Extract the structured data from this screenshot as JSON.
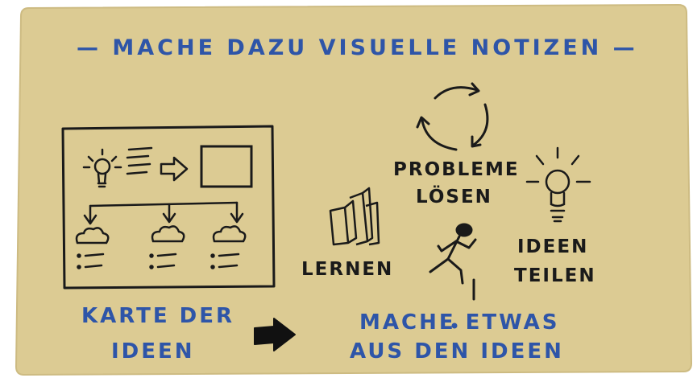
{
  "heading": "— MACHE DAZU VISUELLE NOTIZEN —",
  "left_caption": {
    "line1": "KARTE DER",
    "line2": "IDEEN"
  },
  "right_caption": {
    "line1": "MACHE ETWAS",
    "line2": "AUS DEN IDEEN"
  },
  "labels": {
    "problems": {
      "line1": "PROBLEME",
      "line2": "LÖSEN"
    },
    "learn": "LERNEN",
    "share": {
      "line1": "IDEEN",
      "line2": "TEILEN"
    }
  },
  "colors": {
    "paper": "#dccb93",
    "ink_blue": "#2e55a8",
    "ink_black": "#1a1a1a"
  },
  "icons": [
    "lightbulb-icon",
    "arrow-right-icon",
    "cloud-icon",
    "cycle-arrows-icon",
    "books-icon",
    "running-person-icon",
    "bold-arrow-icon"
  ]
}
